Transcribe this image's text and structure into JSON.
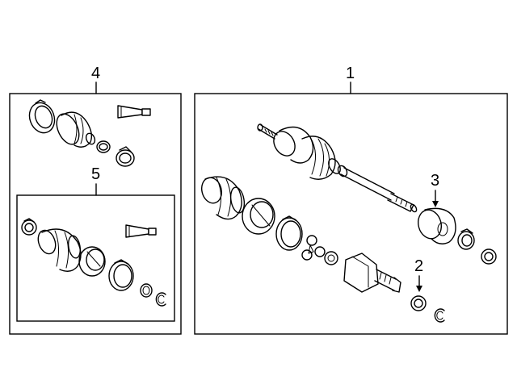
{
  "callouts": {
    "assembly_right": "1",
    "nut": "2",
    "damper": "3",
    "kit_outer": "4",
    "kit_inner": "5"
  }
}
